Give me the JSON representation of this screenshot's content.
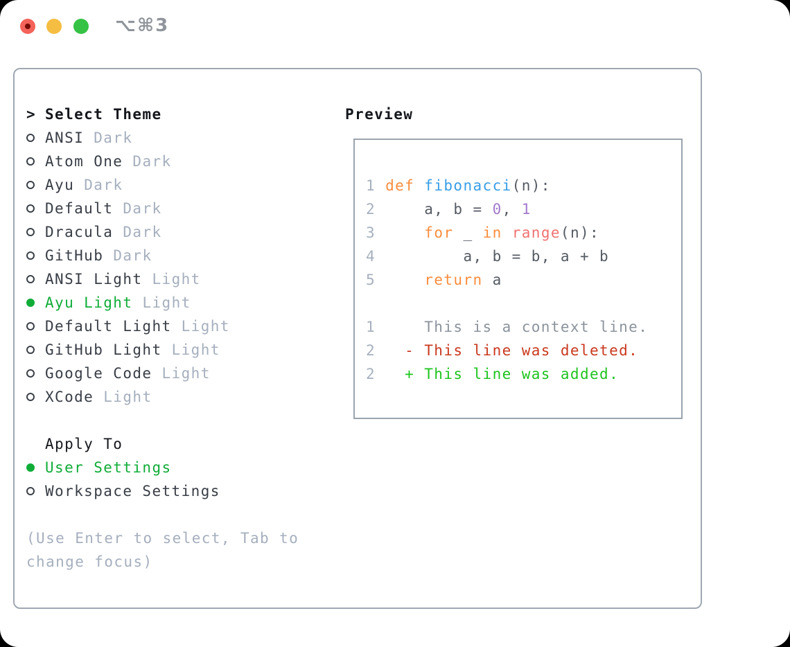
{
  "titlebar": {
    "title": "⌥⌘3",
    "buttons": [
      "close",
      "minimize",
      "zoom"
    ]
  },
  "theme_panel": {
    "header_prefix": ">",
    "header": "Select Theme",
    "selected_index": 7,
    "items": [
      {
        "name": "ANSI",
        "variant": "Dark"
      },
      {
        "name": "Atom One",
        "variant": "Dark"
      },
      {
        "name": "Ayu",
        "variant": "Dark"
      },
      {
        "name": "Default",
        "variant": "Dark"
      },
      {
        "name": "Dracula",
        "variant": "Dark"
      },
      {
        "name": "GitHub",
        "variant": "Dark"
      },
      {
        "name": "ANSI Light",
        "variant": "Light"
      },
      {
        "name": "Ayu Light",
        "variant": "Light"
      },
      {
        "name": "Default Light",
        "variant": "Light"
      },
      {
        "name": "GitHub Light",
        "variant": "Light"
      },
      {
        "name": "Google Code",
        "variant": "Light"
      },
      {
        "name": "XCode",
        "variant": "Light"
      }
    ]
  },
  "apply_panel": {
    "header": "Apply To",
    "selected_index": 0,
    "options": [
      {
        "label": "User Settings"
      },
      {
        "label": "Workspace Settings"
      }
    ]
  },
  "hint": {
    "line1": "(Use Enter to select, Tab to",
    "line2": "change focus)"
  },
  "preview": {
    "header": "Preview",
    "lines": [
      {
        "num": "1",
        "segments": [
          {
            "t": "def ",
            "c": "kw"
          },
          {
            "t": "fibonacci",
            "c": "fn"
          },
          {
            "t": "(n):",
            "c": "fg"
          }
        ]
      },
      {
        "num": "2",
        "segments": [
          {
            "t": "    a, b = ",
            "c": "fg"
          },
          {
            "t": "0",
            "c": "const"
          },
          {
            "t": ", ",
            "c": "fg"
          },
          {
            "t": "1",
            "c": "const"
          }
        ]
      },
      {
        "num": "3",
        "segments": [
          {
            "t": "    ",
            "c": "fg"
          },
          {
            "t": "for",
            "c": "kw"
          },
          {
            "t": " _ ",
            "c": "fg"
          },
          {
            "t": "in",
            "c": "kw"
          },
          {
            "t": " ",
            "c": "fg"
          },
          {
            "t": "range",
            "c": "red"
          },
          {
            "t": "(n):",
            "c": "fg"
          }
        ]
      },
      {
        "num": "4",
        "segments": [
          {
            "t": "        a, b = b, a + b",
            "c": "fg"
          }
        ]
      },
      {
        "num": "5",
        "segments": [
          {
            "t": "    ",
            "c": "fg"
          },
          {
            "t": "return",
            "c": "kw"
          },
          {
            "t": " a",
            "c": "fg"
          }
        ]
      },
      {
        "num": "",
        "segments": []
      },
      {
        "num": "1",
        "segments": [
          {
            "t": "    This is a context line.",
            "c": "ctx"
          }
        ]
      },
      {
        "num": "2",
        "segments": [
          {
            "t": "  - This line was deleted.",
            "c": "del"
          }
        ]
      },
      {
        "num": "2",
        "segments": [
          {
            "t": "  + This line was added.",
            "c": "add"
          }
        ]
      }
    ]
  },
  "colors": {
    "selection_green": "#10ac38",
    "diff_added_green": "#1ec41f",
    "diff_deleted_red": "#c9391f",
    "keyword_orange": "#fa8d3e",
    "function_blue": "#399ee6",
    "constant_purple": "#a37acc",
    "range_coral": "#f07171",
    "muted_gray": "#a5afbe",
    "code_foreground": "#545a63",
    "border_gray": "#9fa7b2",
    "traffic_red": "#f4635a",
    "traffic_yellow": "#f5bd41",
    "traffic_green": "#35c245"
  }
}
